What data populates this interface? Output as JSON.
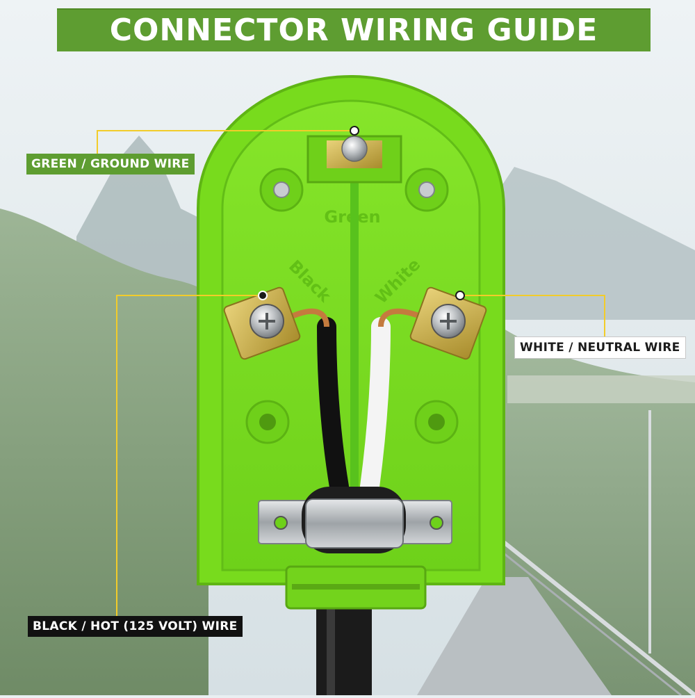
{
  "header": {
    "title": "CONNECTOR WIRING GUIDE"
  },
  "labels": {
    "ground": "GREEN / GROUND WIRE",
    "neutral": "WHITE / NEUTRAL WIRE",
    "hot": "BLACK / HOT (125 VOLT) WIRE"
  },
  "plug_markings": {
    "green": "Green",
    "black": "Black",
    "white": "White"
  },
  "colors": {
    "brand_green": "#5e9d31",
    "plug_green": "#7ddf1e",
    "leader_line": "#f2cc2a"
  }
}
